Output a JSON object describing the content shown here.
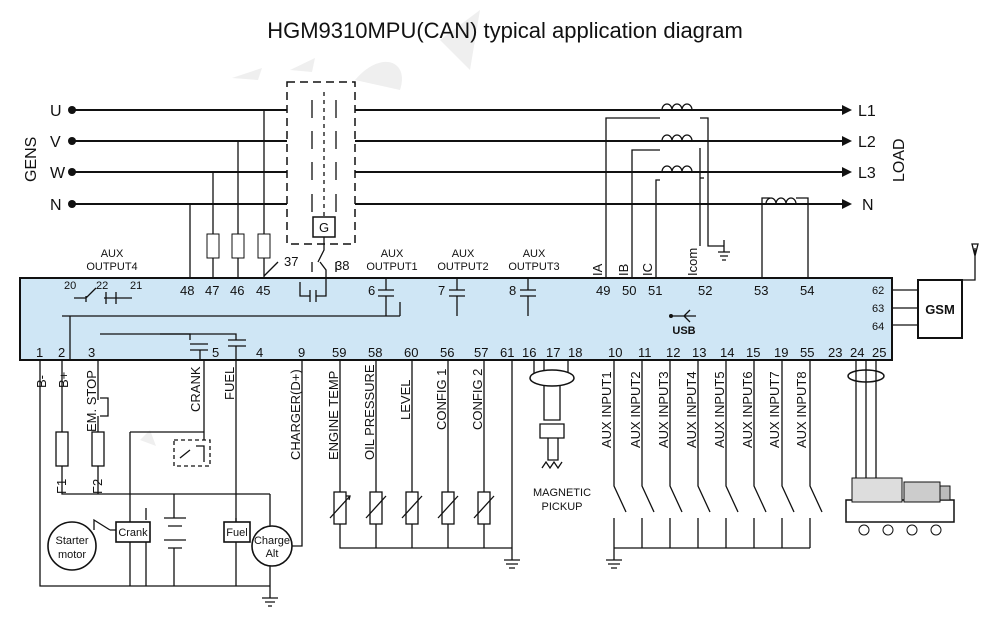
{
  "title": "HGM9310MPU(CAN) typical application diagram",
  "gens_label": "GENS",
  "load_label": "LOAD",
  "phases_left": [
    "U",
    "V",
    "W",
    "N"
  ],
  "phases_right": [
    "L1",
    "L2",
    "L3",
    "N"
  ],
  "aux_outputs": {
    "o4": "AUX\nOUTPUT4",
    "o1": "AUX\nOUTPUT1",
    "o2": "AUX\nOUTPUT2",
    "o3": "AUX\nOUTPUT3"
  },
  "top_terminals": [
    "48",
    "47",
    "46",
    "45",
    "37",
    "38",
    "6",
    "7",
    "8",
    "49",
    "50",
    "51",
    "52",
    "53",
    "54"
  ],
  "inner_terminals": [
    "20",
    "22",
    "21"
  ],
  "g_label": "G",
  "ct_labels": [
    "IA",
    "IB",
    "IC",
    "Icom"
  ],
  "right_terminals": [
    "62",
    "63",
    "64"
  ],
  "gsm_label": "GSM",
  "usb_label": "USB",
  "bottom_terminals": [
    "1",
    "2",
    "3",
    "5",
    "4",
    "9",
    "59",
    "58",
    "60",
    "56",
    "57",
    "61",
    "16",
    "17",
    "18",
    "10",
    "11",
    "12",
    "13",
    "14",
    "15",
    "19",
    "55",
    "23",
    "24",
    "25"
  ],
  "vertical_labels": [
    "B-",
    "B+",
    "EM. STOP",
    "CRANK",
    "FUEL",
    "CHARGER(D+)",
    "ENGINE TEMP",
    "OIL PRESSURE",
    "LEVEL",
    "CONFIG 1",
    "CONFIG 2"
  ],
  "aux_inputs": [
    "AUX INPUT1",
    "AUX INPUT2",
    "AUX INPUT3",
    "AUX INPUT4",
    "AUX INPUT5",
    "AUX INPUT6",
    "AUX INPUT7",
    "AUX INPUT8"
  ],
  "fuse_labels": [
    "F1",
    "F2"
  ],
  "magnetic_pickup": "MAGNETIC\nPICKUP",
  "starter_motor": "Starter\nmotor",
  "crank_box": "Crank",
  "fuel_box": "Fuel",
  "charge_alt": "Charge\nAlt",
  "colors": {
    "module_fill": "#cfe6f5",
    "line": "#111111",
    "watermark": "#eeeeee"
  }
}
